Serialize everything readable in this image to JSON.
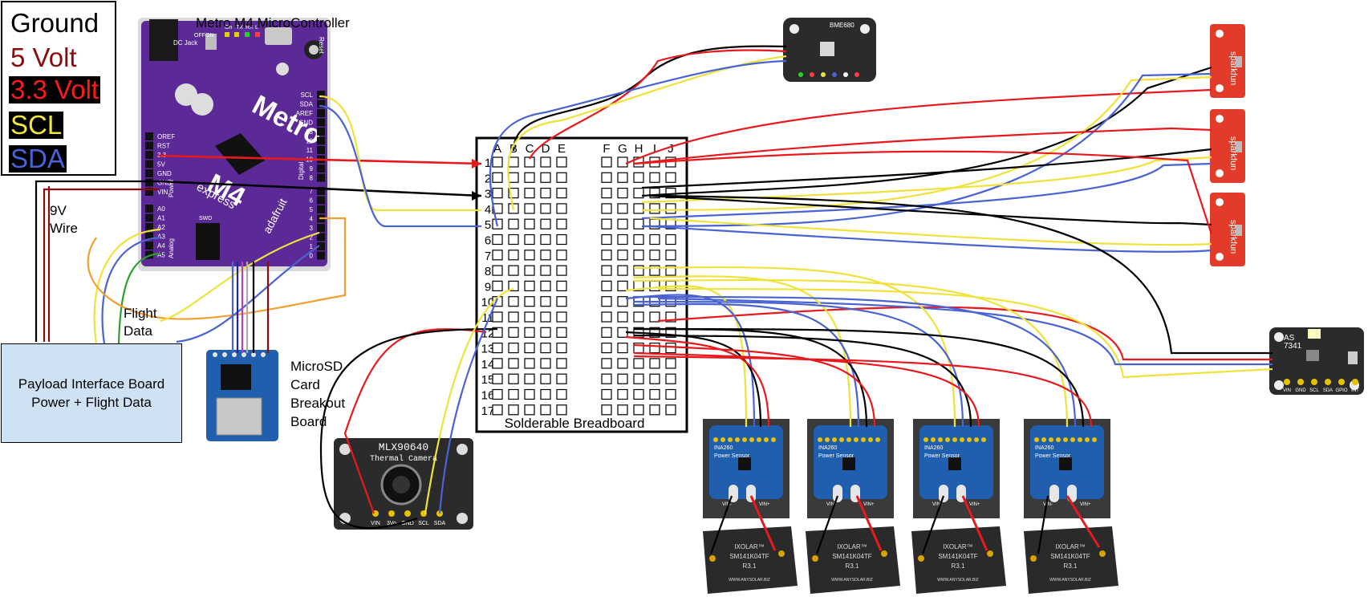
{
  "legend": {
    "ground": "Ground",
    "five_volt": "5 Volt",
    "three_volt": "3.3 Volt",
    "scl": "SCL",
    "sda": "SDA"
  },
  "labels": {
    "metro": "Metro M4 MicroController",
    "wire_9v_a": "9V",
    "wire_9v_b": "Wire",
    "flight_a": "Flight",
    "flight_b": "Data",
    "payload_a": "Payload Interface Board",
    "payload_b": "Power + Flight Data",
    "sd_1": "MicroSD",
    "sd_2": "Card",
    "sd_3": "Breakout",
    "sd_4": "Board",
    "breadboard": "Solderable Breadboard",
    "thermal_1": "MLX90640",
    "thermal_2": "Thermal Camera",
    "bme": "BME680",
    "as7341_a": "AS",
    "as7341_b": "7341",
    "ina": "INA260",
    "ina_sub": "Power Sensor",
    "solar_1": "IXOLAR™",
    "solar_2": "SM141K04TF",
    "solar_3": "R3.1",
    "solar_4": "WWW.ANYSOLAR.BIZ",
    "sparkfun": "sparkfun"
  },
  "metro_pins": {
    "left_top": [
      "OREF",
      "RST",
      "3.3",
      "5V",
      "GND",
      "GND",
      "VIN"
    ],
    "left_analog": [
      "A0",
      "A1",
      "A2",
      "A3",
      "A4",
      "A5"
    ],
    "right_top": [
      "SCL",
      "SDA",
      "AREF",
      "GND",
      "13",
      "12",
      "11",
      "10",
      "9",
      "8"
    ],
    "right_bottom": [
      "7",
      "6",
      "5",
      "4",
      "3",
      "2",
      "1",
      "0"
    ],
    "brand_1": "Metro",
    "brand_2": "M4",
    "brand_3": "express",
    "reset": "Reset",
    "dc_jack": "DC Jack",
    "on": "On",
    "tx": "TX",
    "rx": "RX",
    "l": "L",
    "off": "OFF",
    "on2": "ON",
    "swd": "SWD",
    "power": "Power",
    "analog": "Analog",
    "digital": "Digital",
    "adafruit": "adafruit"
  },
  "breadboard": {
    "cols": [
      "A",
      "B",
      "C",
      "D",
      "E",
      "F",
      "G",
      "H",
      "I",
      "J"
    ],
    "rows": [
      "1",
      "2",
      "3",
      "4",
      "5",
      "6",
      "7",
      "8",
      "9",
      "10",
      "11",
      "12",
      "13",
      "14",
      "15",
      "16",
      "17"
    ]
  },
  "thermal_pins": [
    "VIN",
    "3Vo",
    "GND",
    "SCL",
    "SDA"
  ],
  "as_pins": [
    "VIN",
    "GND",
    "SCL",
    "SDA",
    "GPIO",
    "INT"
  ],
  "ina_pins": [
    "VIN-",
    "VIN+"
  ],
  "colors": {
    "ground": "#000000",
    "five_volt": "#8a0b0b",
    "three_volt": "#e8191c",
    "scl": "#f0e23c",
    "sda": "#4a63d3",
    "metro_purple": "#5c2a96",
    "sparkfun_red": "#e33b2a",
    "ina_blue": "#1f5fae",
    "payload_fill": "#cfe2f3",
    "pcb_dark": "#2b2b2b"
  }
}
